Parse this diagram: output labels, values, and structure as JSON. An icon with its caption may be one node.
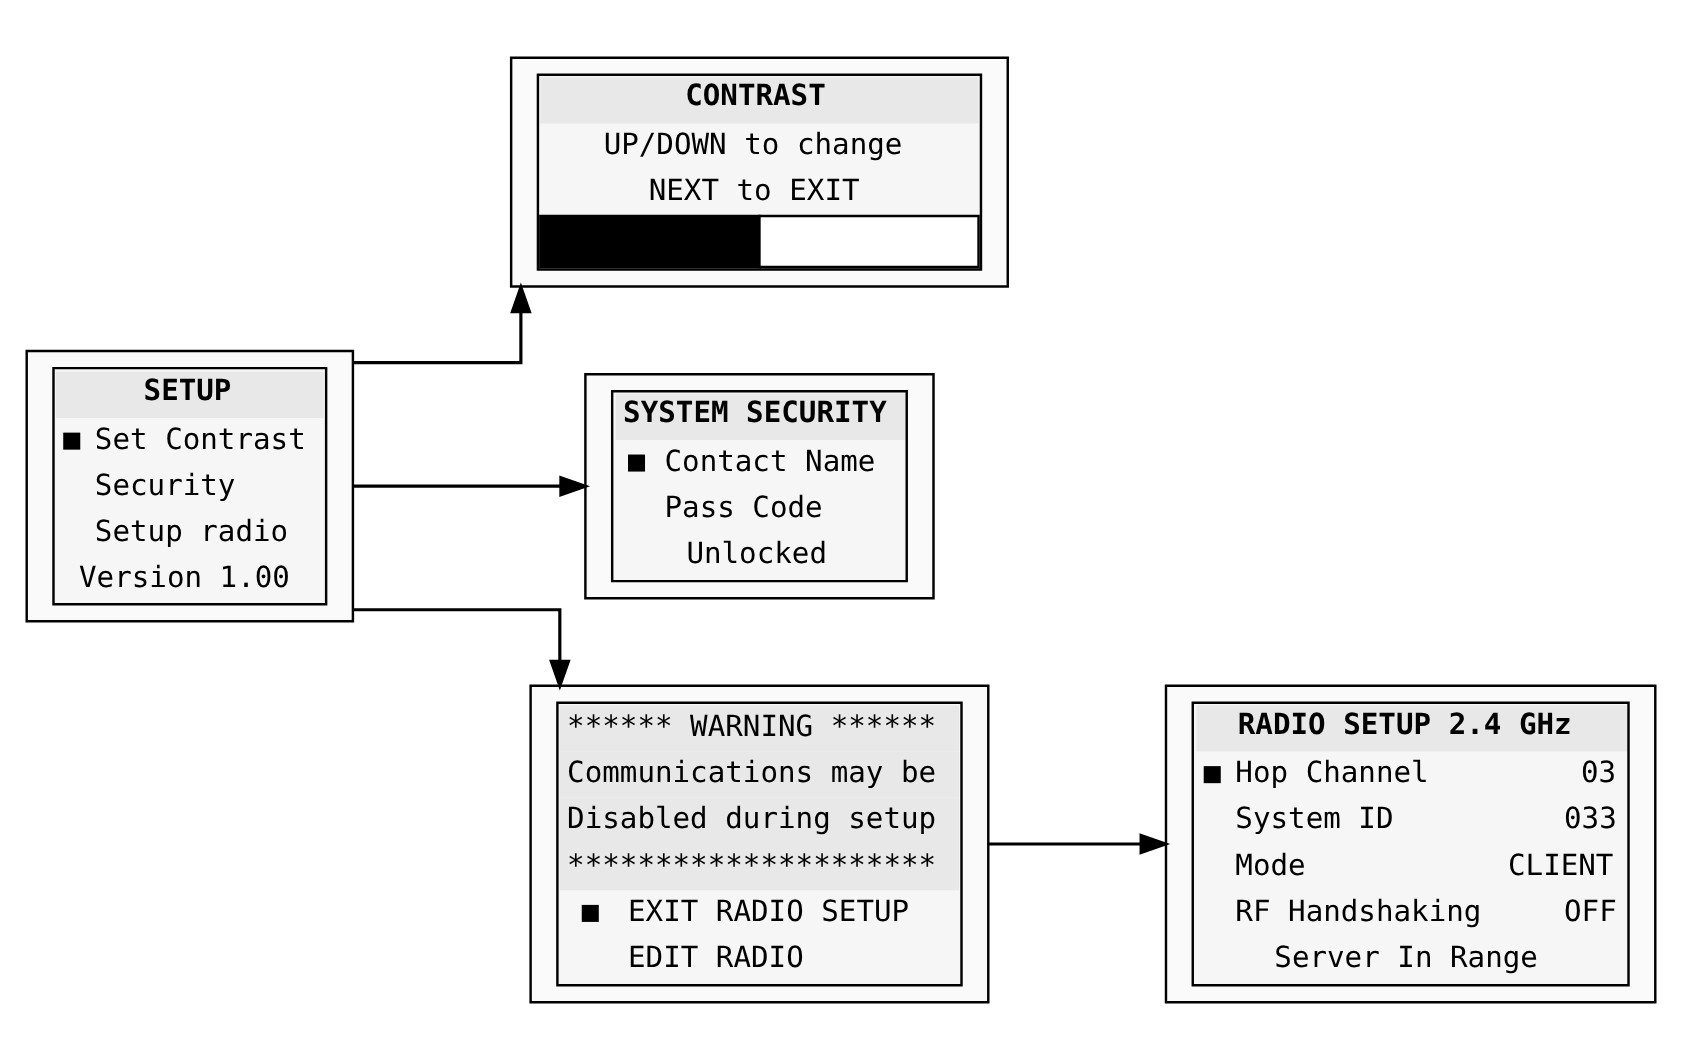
{
  "diagram": {
    "nodes": [
      {
        "text": [
          "SETUP",
          "Set Contrast",
          "Security",
          "Setup radio",
          "Version 1.00"
        ]
      },
      {
        "text": [
          "CONTRAST",
          "UP/DOWN to change",
          "NEXT to EXIT"
        ]
      },
      {
        "text": [
          "SYSTEM SECURITY",
          "Contact Name",
          "Pass Code",
          "Unlocked"
        ]
      },
      {
        "text": [
          "****** WARNING ******",
          "Communications may be",
          "Disabled during setup",
          "*********************",
          "EXIT RADIO SETUP",
          "EDIT RADIO"
        ]
      },
      {
        "text": [
          "RADIO SETUP 2.4 GHz",
          "Hop Channel",
          "03",
          "System ID",
          "033",
          "Mode",
          "CLIENT",
          "RF Handshaking",
          "OFF",
          "Server In Range"
        ]
      }
    ],
    "edges": [
      {
        "from": 0,
        "to": 1,
        "arrow": "to"
      },
      {
        "from": 0,
        "to": 2,
        "arrow": "to"
      },
      {
        "from": 0,
        "to": 3,
        "arrow": "to"
      },
      {
        "from": 3,
        "to": 4,
        "arrow": "to"
      }
    ]
  }
}
